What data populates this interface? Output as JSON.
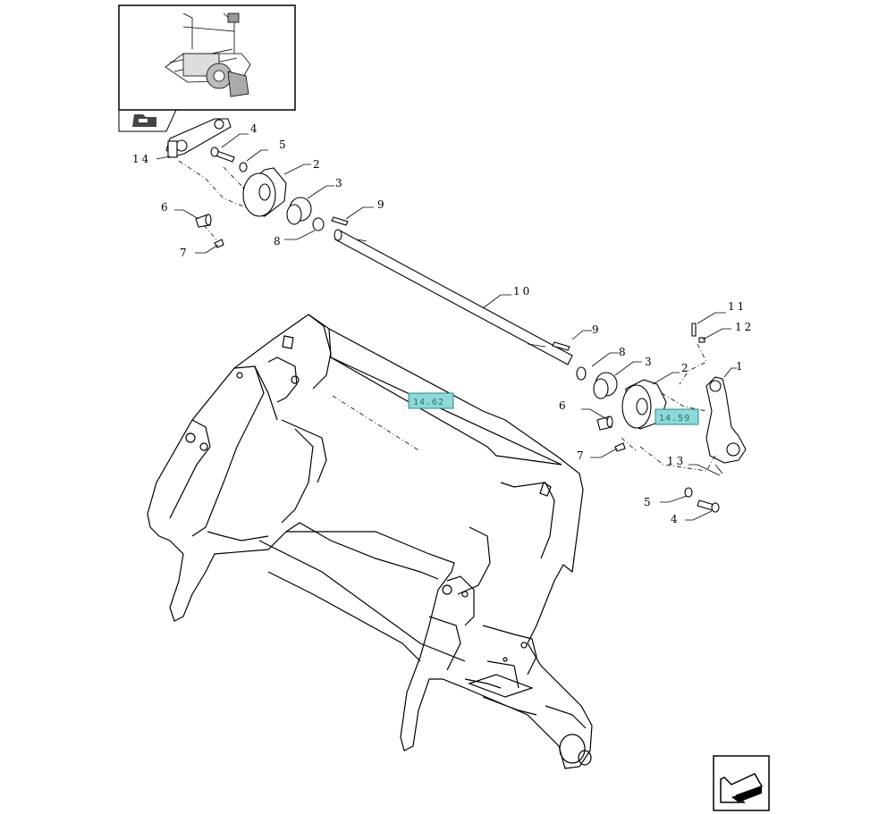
{
  "callouts": [
    "1",
    "2",
    "3",
    "4",
    "5",
    "6",
    "7",
    "8",
    "9",
    "10",
    "11",
    "12",
    "13",
    "14"
  ],
  "reference_tags": [
    "14.62",
    "14.59"
  ],
  "colors": {
    "line": "#000000",
    "tag_fill": "#8fd8d8",
    "tag_border": "#2a8a8a",
    "background": "#ffffff"
  },
  "icons": {
    "thumbnail": "assembly-thumbnail",
    "nav_arrow": "previous-page-arrow-icon"
  }
}
